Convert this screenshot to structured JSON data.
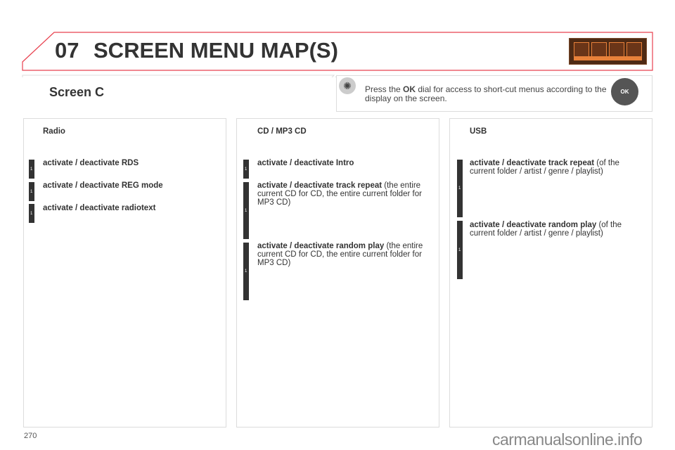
{
  "header": {
    "chapter": "07",
    "title": "SCREEN MENU MAP(S)",
    "icon": "audio-menu-icons"
  },
  "screen": {
    "label": "Screen C"
  },
  "info": {
    "pre": "Press the ",
    "bold": "OK",
    "post": " dial for access to short-cut menus according to the display on the screen.",
    "ok_label": "OK",
    "icon": "light-bulb-icon"
  },
  "columns": [
    {
      "heading": "Radio",
      "items": [
        {
          "level": "1",
          "bold": "activate / deactivate RDS",
          "rest": ""
        },
        {
          "level": "1",
          "bold": "activate / deactivate REG mode",
          "rest": ""
        },
        {
          "level": "1",
          "bold": "activate / deactivate radiotext",
          "rest": ""
        }
      ]
    },
    {
      "heading": "CD / MP3 CD",
      "items": [
        {
          "level": "1",
          "bold": "activate / deactivate Intro",
          "rest": ""
        },
        {
          "level": "1",
          "bold": "activate / deactivate track repeat",
          "rest": " (the entire current CD for CD, the entire current folder for MP3 CD)"
        },
        {
          "level": "1",
          "bold": "activate / deactivate random play",
          "rest": " (the entire current CD for CD, the entire current folder for MP3 CD)"
        }
      ]
    },
    {
      "heading": "USB",
      "items": [
        {
          "level": "1",
          "bold": "activate / deactivate track repeat",
          "rest": " (of the current folder / artist / genre / playlist)"
        },
        {
          "level": "1",
          "bold": "activate / deactivate random play",
          "rest": " (of the current folder / artist / genre / playlist)"
        }
      ]
    }
  ],
  "footer": {
    "page": "270",
    "watermark": "carmanualsonline.info"
  },
  "colors": {
    "accent": "#e8414f",
    "dark": "#333333",
    "orange": "#e8813a"
  }
}
